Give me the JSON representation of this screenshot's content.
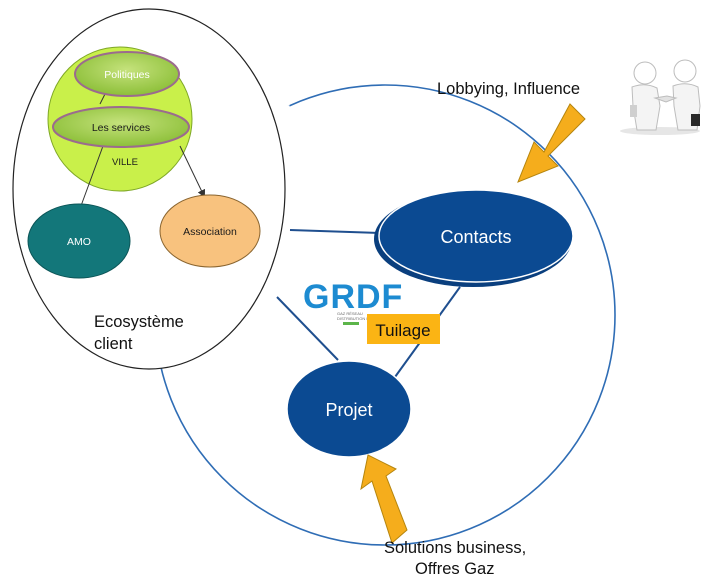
{
  "ecosystem": {
    "nodes": {
      "politiques": "Politiques",
      "services": "Les services",
      "ville": "VILLE",
      "amo": "AMO",
      "association": "Association"
    },
    "caption_line1": "Ecosystème",
    "caption_line2": "client"
  },
  "main_cycle": {
    "contacts": "Contacts",
    "projet": "Projet",
    "tuilage": "Tuilage"
  },
  "logo": {
    "brand": "GRDF",
    "tagline_line1": "GAZ RÉSEAU",
    "tagline_line2": "DISTRIBUTION FRANCE"
  },
  "inputs": {
    "lobbying": "Lobbying, Influence",
    "solutions_line1": "Solutions business,",
    "solutions_line2": "Offres Gaz"
  },
  "colors": {
    "ville_fill": "#c9f04a",
    "oval_green": "#a6d24a",
    "amo_fill": "#13777a",
    "association_fill": "#f8c27e",
    "node_blue": "#0b4a92",
    "line_blue": "#2f6db5",
    "arrow_orange": "#f5ad1c",
    "tuilage_bg": "#fbb414",
    "grdf_blue": "#1d8bd1",
    "grdf_green": "#5cb54a"
  }
}
